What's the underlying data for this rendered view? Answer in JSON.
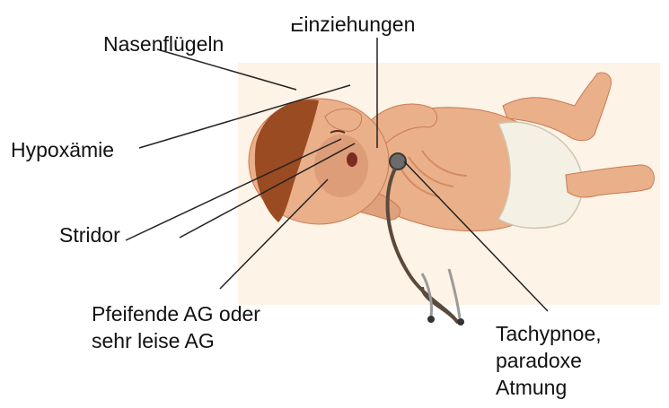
{
  "labels": {
    "nasenfluegeln": "Nasenflügeln",
    "einziehungen": "Einziehungen",
    "hypoxaemie": "Hypoxämie",
    "stridor": "Stridor",
    "pfeifende_line1": "Pfeifende AG oder",
    "pfeifende_line2": "sehr leise AG",
    "tachypnoe_line1": "Tachypnoe,",
    "tachypnoe_line2": "paradoxe",
    "tachypnoe_line3": "Atmung"
  },
  "colors": {
    "skin": "#e9b08a",
    "skin_shadow": "#c97a55",
    "hair": "#9a4b22",
    "diaper": "#f4f0e4",
    "stethoscope": "#5a4a3c",
    "leader_line": "#222222",
    "background_tint": "#fdf3e6"
  }
}
